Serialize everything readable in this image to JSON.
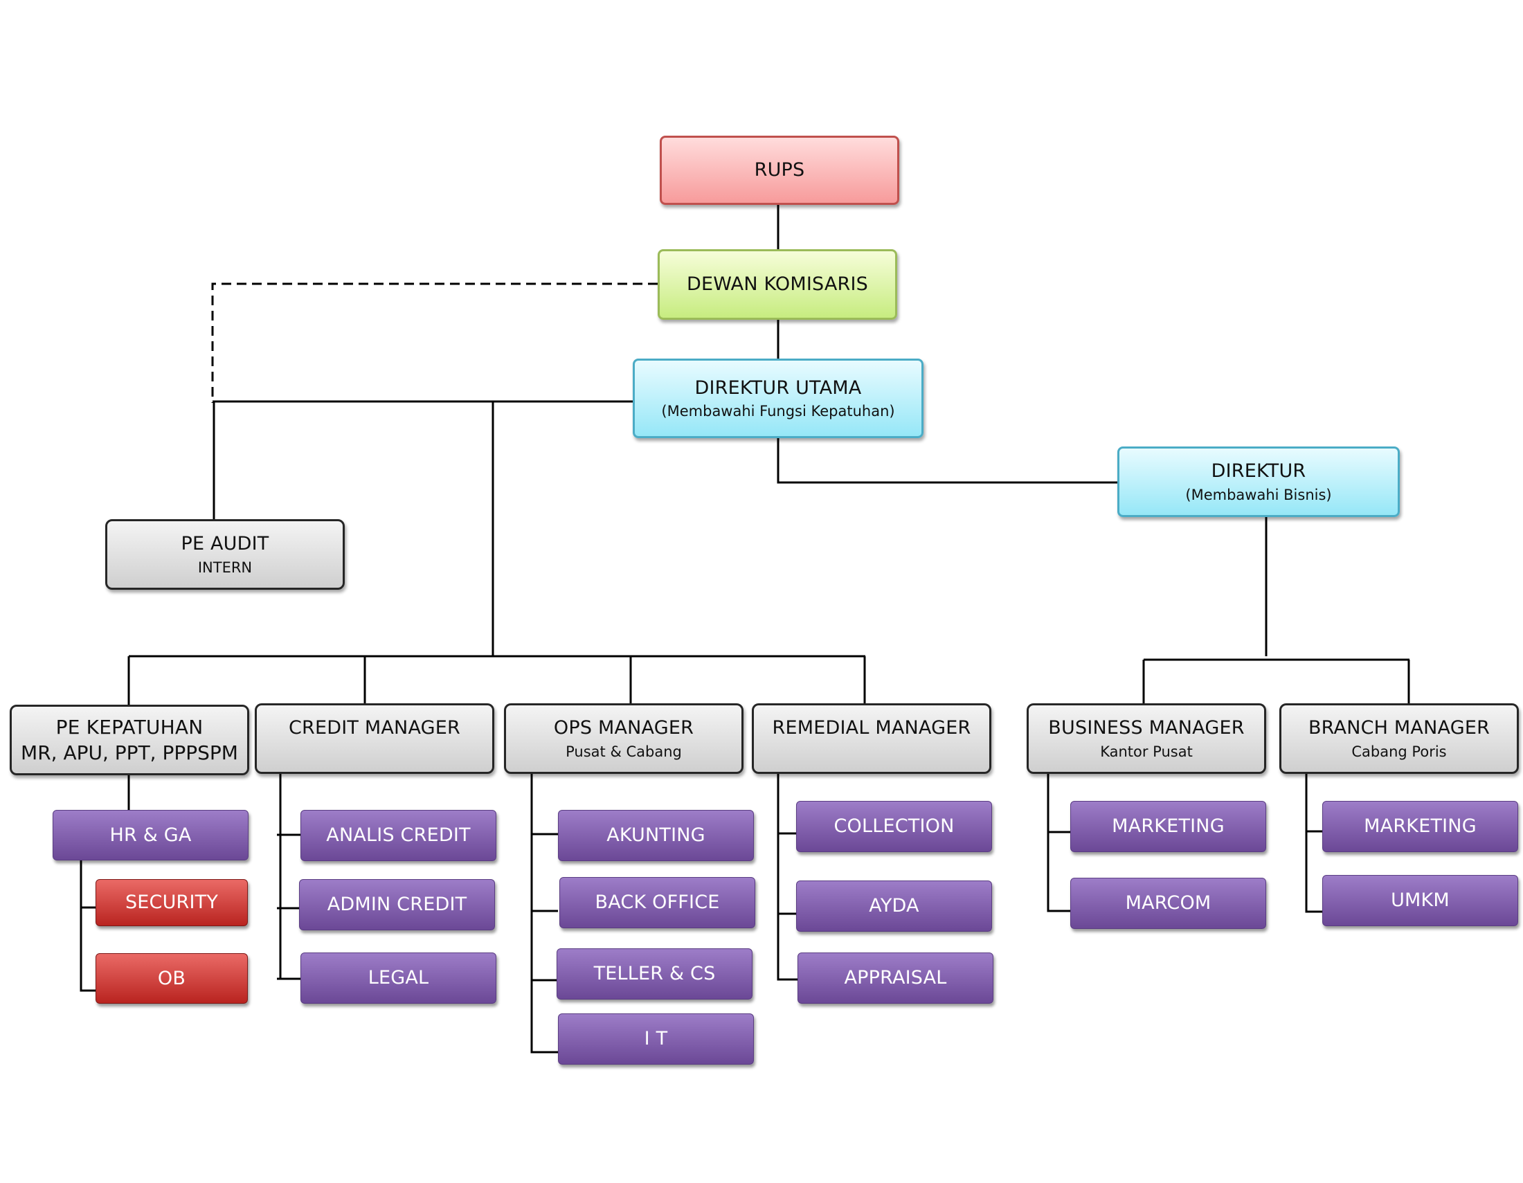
{
  "nodes": {
    "rups": {
      "title": "RUPS"
    },
    "dewan_komisaris": {
      "title": "DEWAN KOMISARIS"
    },
    "direktur_utama": {
      "title": "DIREKTUR UTAMA",
      "subtitle": "(Membawahi Fungsi Kepatuhan)"
    },
    "direktur": {
      "title": "DIREKTUR",
      "subtitle": "(Membawahi Bisnis)"
    },
    "pe_audit": {
      "title": "PE AUDIT",
      "subtitle": "INTERN"
    },
    "pe_kepatuhan": {
      "title": "PE KEPATUHAN",
      "subtitle": "MR, APU, PPT, PPPSPM"
    },
    "credit_manager": {
      "title": "CREDIT MANAGER"
    },
    "ops_manager": {
      "title": "OPS MANAGER",
      "subtitle": "Pusat & Cabang"
    },
    "remedial_manager": {
      "title": "REMEDIAL MANAGER"
    },
    "business_manager": {
      "title": "BUSINESS MANAGER",
      "subtitle": "Kantor Pusat"
    },
    "branch_manager": {
      "title": "BRANCH MANAGER",
      "subtitle": "Cabang Poris"
    },
    "hr_ga": {
      "title": "HR & GA"
    },
    "security": {
      "title": "SECURITY"
    },
    "ob": {
      "title": "OB"
    },
    "analis_credit": {
      "title": "ANALIS CREDIT"
    },
    "admin_credit": {
      "title": "ADMIN CREDIT"
    },
    "legal": {
      "title": "LEGAL"
    },
    "akunting": {
      "title": "AKUNTING"
    },
    "back_office": {
      "title": "BACK OFFICE"
    },
    "teller_cs": {
      "title": "TELLER & CS"
    },
    "it": {
      "title": "I T"
    },
    "collection": {
      "title": "COLLECTION"
    },
    "ayda": {
      "title": "AYDA"
    },
    "appraisal": {
      "title": "APPRAISAL"
    },
    "marketing_pusat": {
      "title": "MARKETING"
    },
    "marcom": {
      "title": "MARCOM"
    },
    "marketing_poris": {
      "title": "MARKETING"
    },
    "umkm": {
      "title": "UMKM"
    }
  },
  "colors": {
    "line": "#000000",
    "pink_border": "#c0504d",
    "green_border": "#9bbb59",
    "blue_border": "#4bacc6",
    "gray_border": "#262626",
    "purple_fill": "#7f5aab",
    "red_fill": "#d0403c"
  }
}
